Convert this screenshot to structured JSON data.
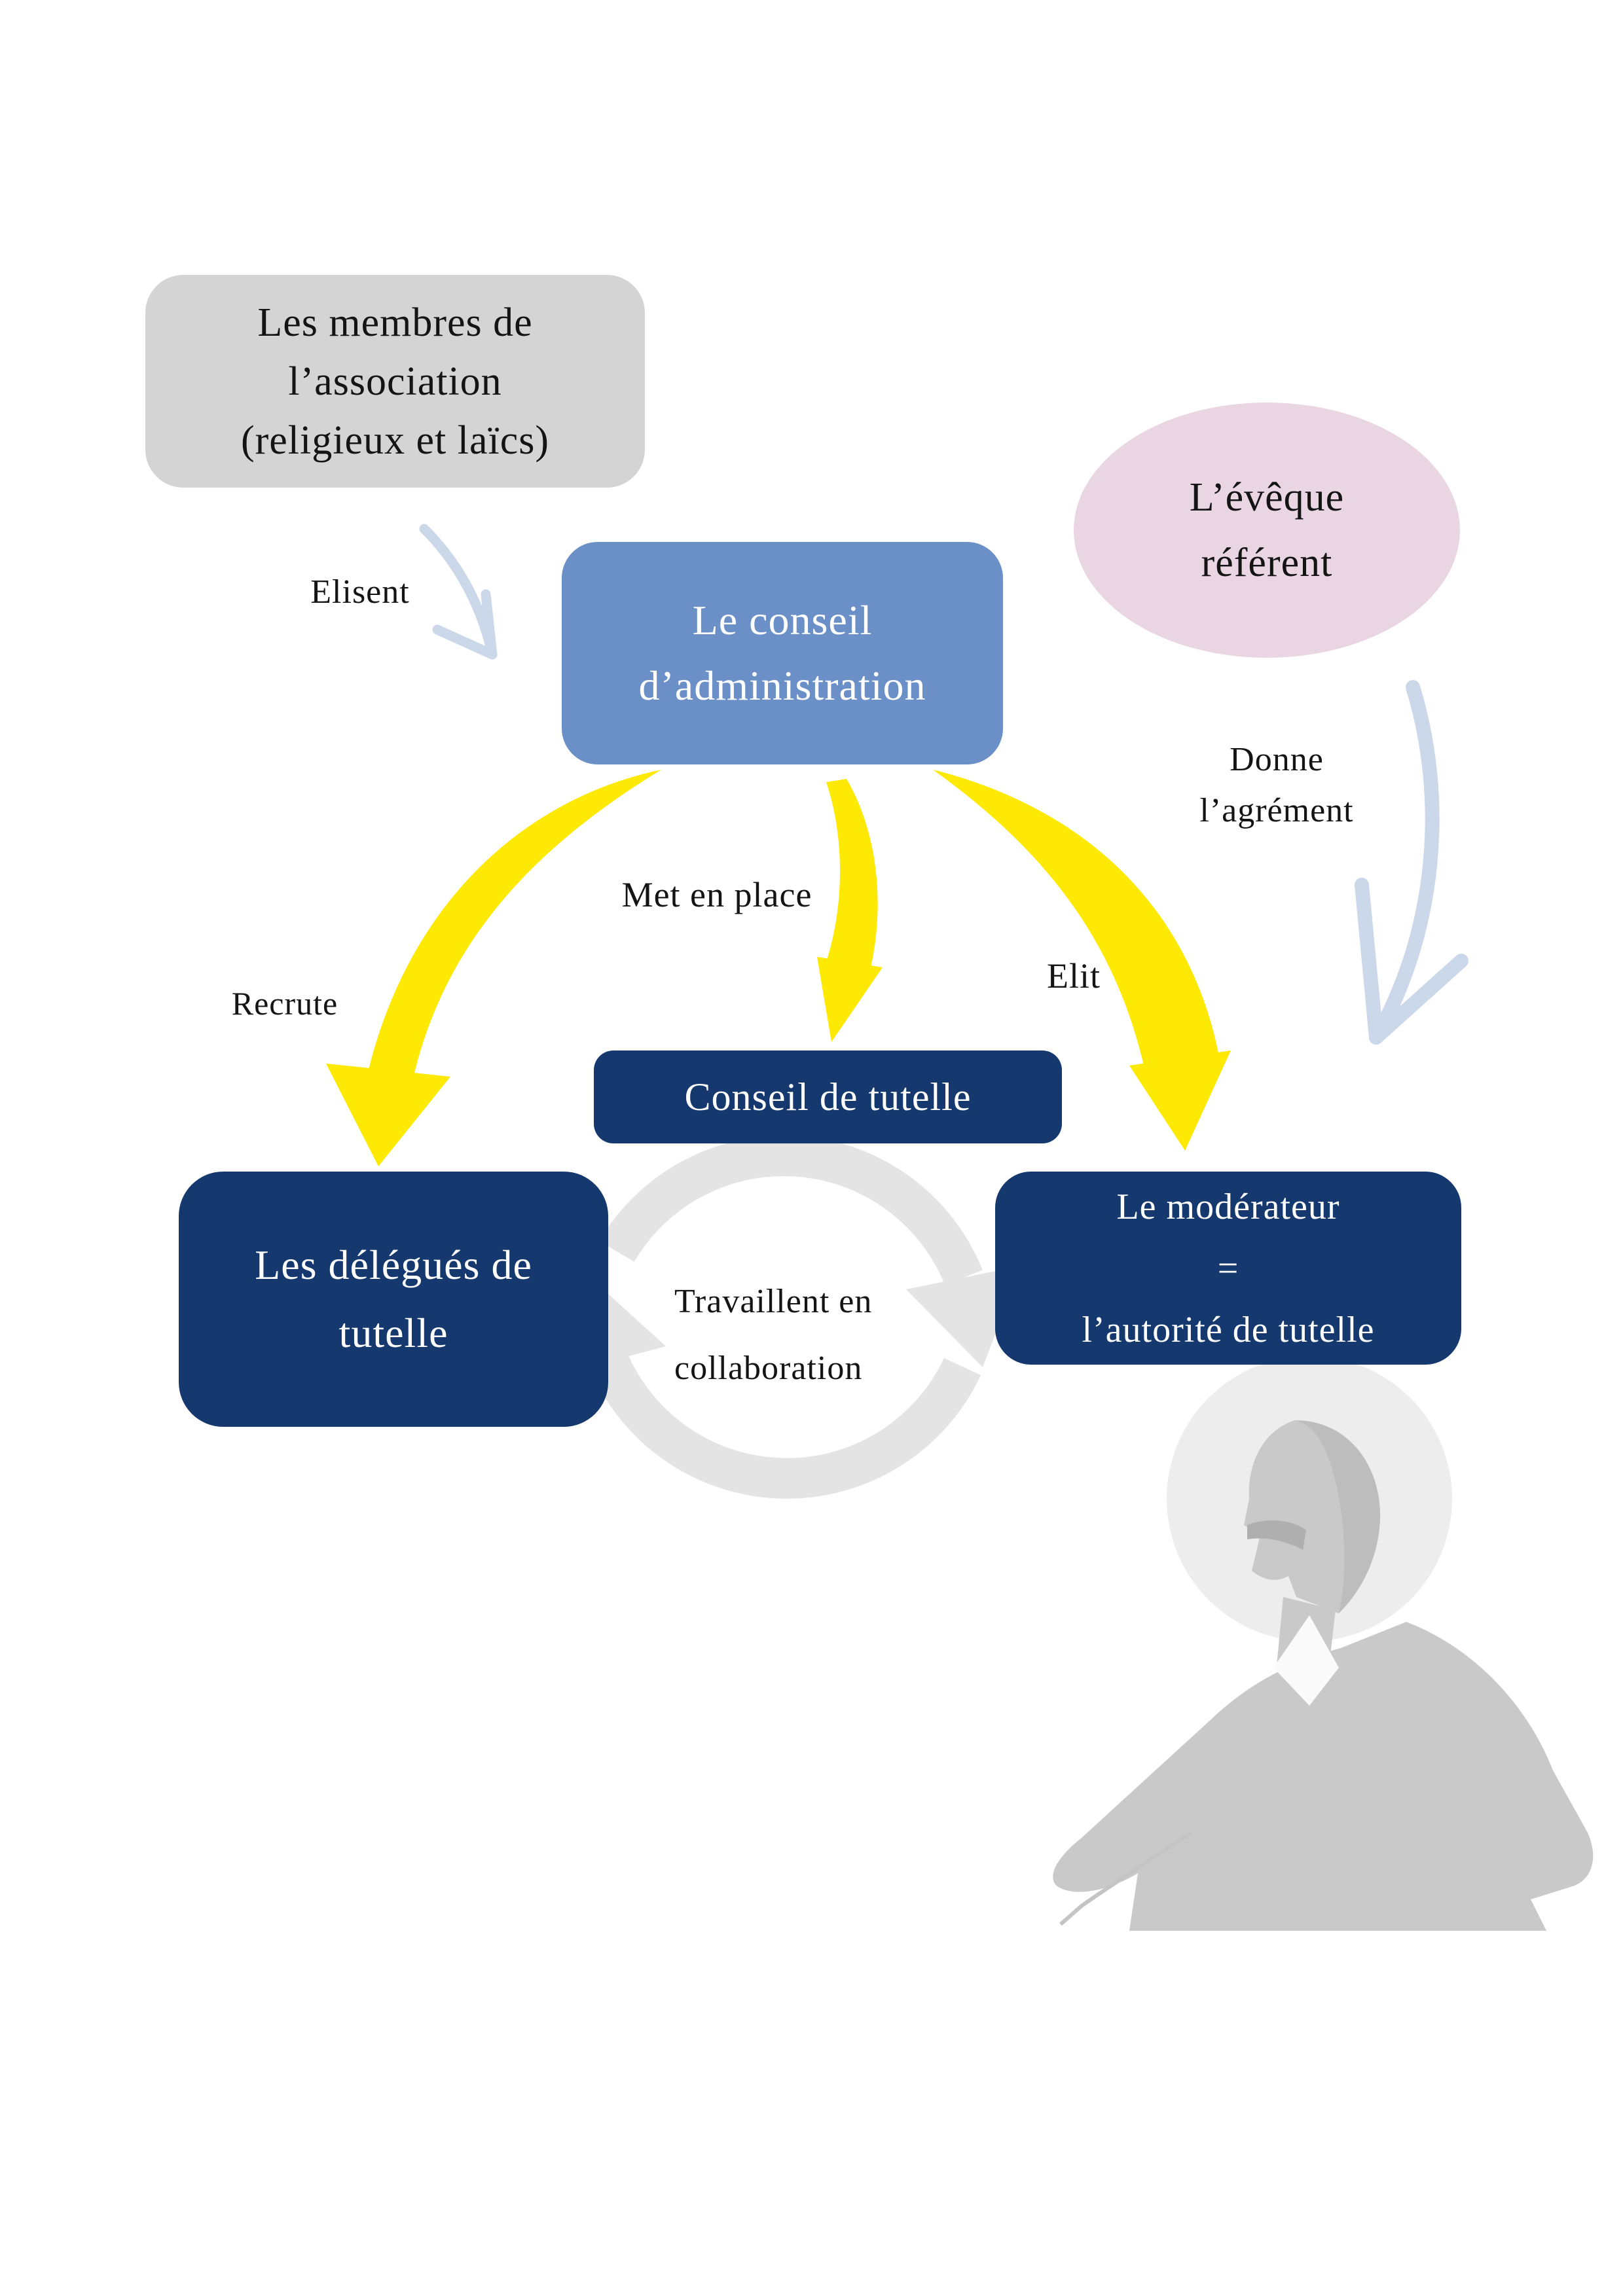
{
  "page": {
    "background": "#ffffff",
    "description_language": "fr"
  },
  "colors": {
    "members_box": "#d4d4d4",
    "bishop_ellipse": "#ead6e2",
    "board_box": "#6b90c7",
    "navy_box": "#15396f",
    "yellow_arrow": "#fde903",
    "light_blue_arrow": "#cbd8ea",
    "cycle_arrow_gray": "#e4e4e4",
    "silhouette_gray": "#c9c9c9",
    "halo_gray": "#ededed",
    "text_dark": "#141414",
    "text_light": "#ffffff"
  },
  "nodes": {
    "members": {
      "line1": "Les membres de",
      "line2": "l’association",
      "line3": "(religieux et laïcs)"
    },
    "bishop": {
      "line1": "L’évêque",
      "line2": "référent"
    },
    "board": {
      "line1": "Le conseil",
      "line2": "d’administration"
    },
    "supervisory_council": {
      "label": "Conseil de tutelle"
    },
    "delegates": {
      "line1": "Les délégués de",
      "line2": "tutelle"
    },
    "moderator": {
      "line1": "Le modérateur",
      "line2": "=",
      "line3": "l’autorité de tutelle"
    }
  },
  "edges": {
    "elect": {
      "label": "Elisent"
    },
    "grant": {
      "line1": "Donne",
      "line2": "l’agrément"
    },
    "set_up": {
      "label": "Met en place"
    },
    "elects": {
      "label": "Elit"
    },
    "recruits": {
      "label": "Recrute"
    },
    "collaborate": {
      "line1": "Travaillent en",
      "line2": "collaboration"
    }
  }
}
